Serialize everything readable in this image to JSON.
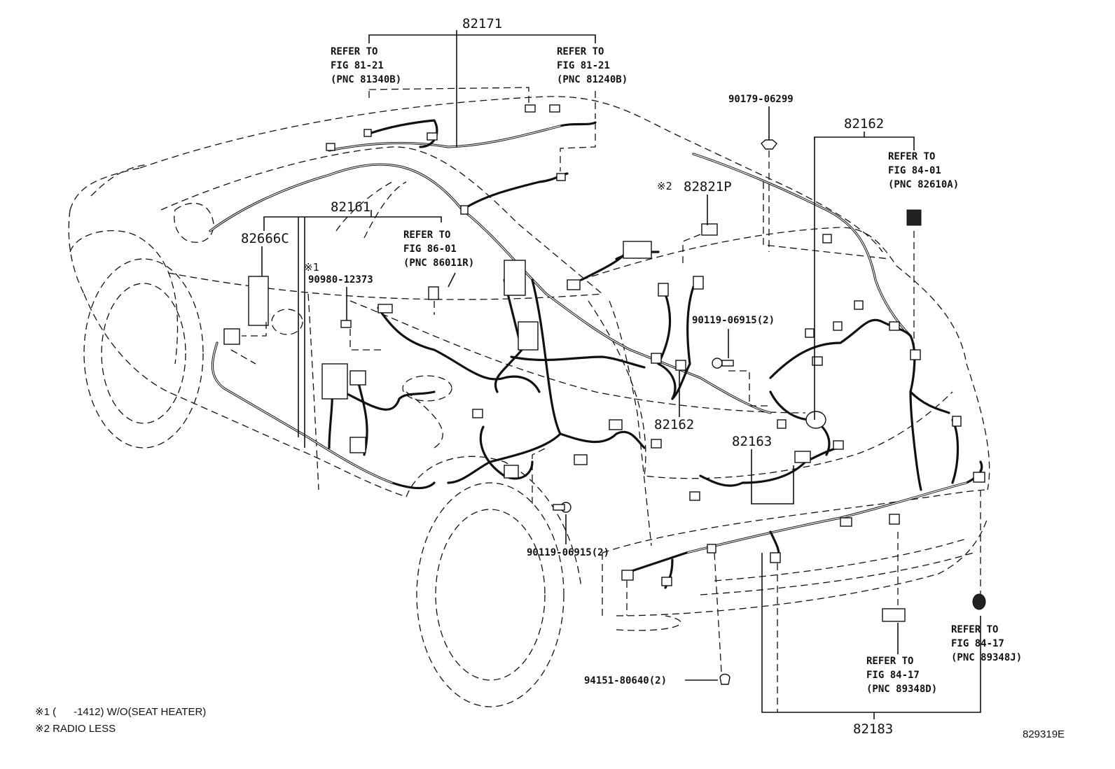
{
  "diagram_id": "829319E",
  "part_labels": {
    "p82171": "82171",
    "p82162_top": "82162",
    "p82161": "82161",
    "p82666C": "82666C",
    "p82821P": "82821P",
    "p82162_mid": "82162",
    "p82163": "82163",
    "p82183": "82183",
    "p90179": "90179-06299",
    "p90119_a": "90119-06915(2)",
    "p90980": "90980-12373",
    "p90119_b": "90119-06915(2)",
    "p94151": "94151-80640(2)"
  },
  "marks": {
    "mark1": "※1",
    "mark2": "※2"
  },
  "refs": {
    "ref_81340B": [
      "REFER TO",
      "FIG 81-21",
      "(PNC 81340B)"
    ],
    "ref_81240B": [
      "REFER TO",
      "FIG 81-21",
      "(PNC 81240B)"
    ],
    "ref_82610A": [
      "REFER TO",
      "FIG 84-01",
      "(PNC 82610A)"
    ],
    "ref_86011R": [
      "REFER TO",
      "FIG 86-01",
      "(PNC 86011R)"
    ],
    "ref_89348J": [
      "REFER TO",
      "FIG 84-17",
      "(PNC 89348J)"
    ],
    "ref_89348D": [
      "REFER TO",
      "FIG 84-17",
      "(PNC 89348D)"
    ]
  },
  "notes": {
    "note1": "※1 (      -1412) W/O(SEAT HEATER)",
    "note2": "※2 RADIO LESS"
  }
}
